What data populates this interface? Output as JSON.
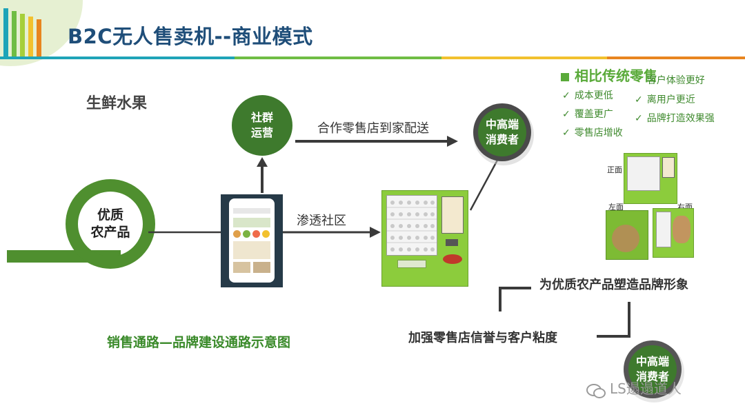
{
  "title": "B2C无人售卖机--商业模式",
  "category_label": "生鲜水果",
  "nodes": {
    "community": "社群\n运营",
    "consumer_top": "中高端\n消费者",
    "consumer_bottom": "中高端\n消费者",
    "produce": "优质\n农产品"
  },
  "arrows": {
    "delivery": "合作零售店到家配送",
    "penetrate": "渗透社区"
  },
  "comparison": {
    "heading": "相比传统零售",
    "left_items": [
      "成本更低",
      "覆盖更广",
      "零售店增收"
    ],
    "right_items": [
      "客户体验更好",
      "离用户更近",
      "品牌打造效果强"
    ]
  },
  "views": {
    "front": "正面",
    "left": "左面",
    "right": "右面"
  },
  "brand_text": "为优质农产品塑造品牌形象",
  "credit_text": "加强零售店信誉与客户粘度",
  "caption": "销售通路—品牌建设通路示意图",
  "watermark": "LS遢遢道人",
  "colors": {
    "title": "#1f4e79",
    "green_dark": "#3e7a2d",
    "green_main": "#4f8f2f",
    "green_light": "#8dc63f",
    "check": "#3f8a2e"
  },
  "icons": [
    "arrow-right-icon",
    "arrow-up-icon",
    "check-icon",
    "square-bullet-icon",
    "wechat-icon"
  ]
}
